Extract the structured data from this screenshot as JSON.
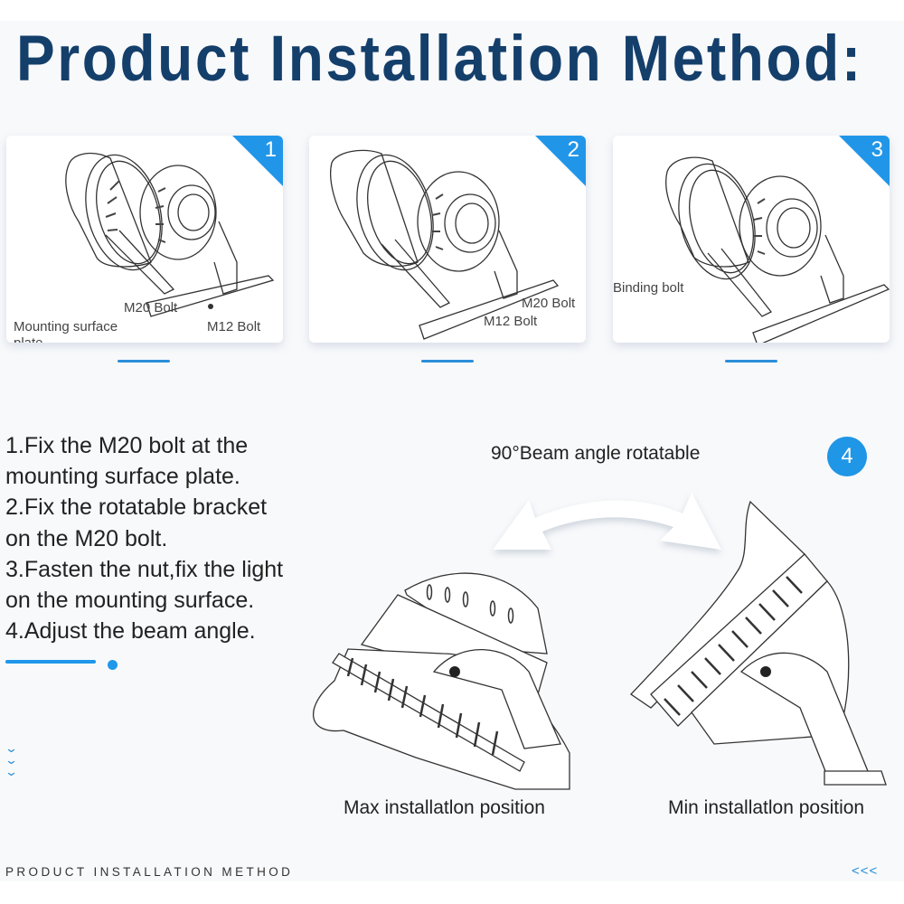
{
  "page": {
    "title": "Product Installation Method:",
    "footer_label": "PRODUCT INSTALLATION METHOD",
    "footer_nav_icon": "<<<",
    "scroll_hint_icon": "chevrons-down"
  },
  "colors": {
    "title": "#143f6b",
    "accent": "#1f96e6",
    "background": "#f8f9fb",
    "card": "#ffffff",
    "text": "#222222"
  },
  "cards": [
    {
      "number": "1",
      "labels": {
        "m20": "M20 Bolt",
        "mounting": "Mounting surface",
        "plate": "plate",
        "m12": "M12 Bolt"
      }
    },
    {
      "number": "2",
      "labels": {
        "m20": "M20 Bolt",
        "m12": "M12 Bolt"
      }
    },
    {
      "number": "3",
      "labels": {
        "binding": "Binding bolt"
      }
    }
  ],
  "instructions": {
    "lines": [
      "1.Fix the M20 bolt at the",
      "mounting surface plate.",
      "2.Fix the rotatable bracket",
      "on the M20 bolt.",
      "3.Fasten the nut,fix the light",
      "on the mounting surface.",
      "4.Adjust the beam angle."
    ]
  },
  "step4": {
    "number": "4",
    "rotation_label": "90°Beam angle rotatable",
    "max_label": "Max installatlon position",
    "min_label": "Min installatlon position"
  }
}
